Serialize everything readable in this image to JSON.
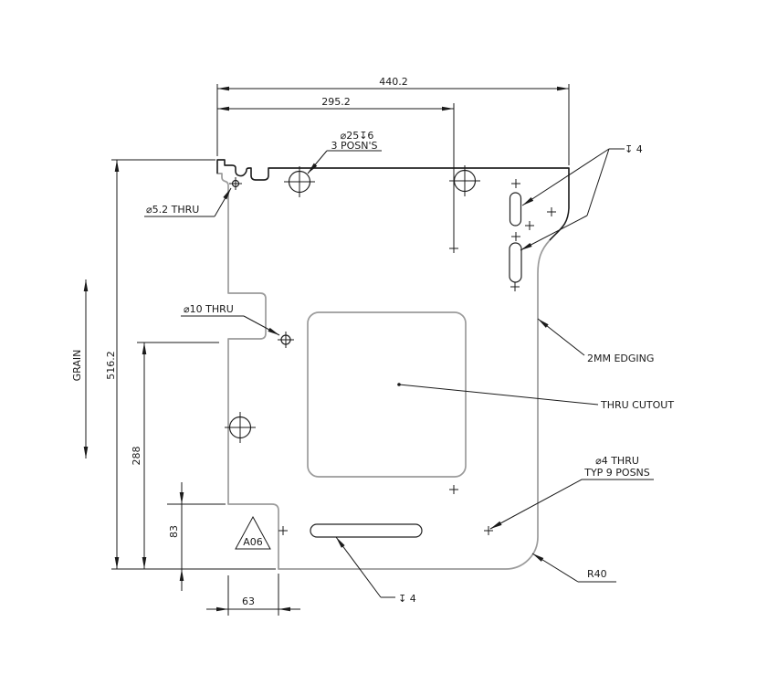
{
  "drawing": {
    "dims": {
      "total_width": "440.2",
      "inner_width": "295.2",
      "total_height": "516.2",
      "mid_height": "288",
      "step_height": "83",
      "step_width": "63"
    },
    "notes": {
      "cbore_line1": "⌀25↧6",
      "cbore_line2": "3 POSN'S",
      "hole_52": "⌀5.2 THRU",
      "hole_10": "⌀10 THRU",
      "depth_top": "↧ 4",
      "depth_bottom": "↧ 4",
      "edging": "2MM EDGING",
      "cutout": "THRU CUTOUT",
      "hole4_line1": "⌀4 THRU",
      "hole4_line2": "TYP 9 POSNS",
      "radius": "R40",
      "grain": "GRAIN",
      "datum": "A06"
    },
    "colors": {
      "line": "#1a1a1a",
      "edge": "#9b9b9b"
    }
  }
}
